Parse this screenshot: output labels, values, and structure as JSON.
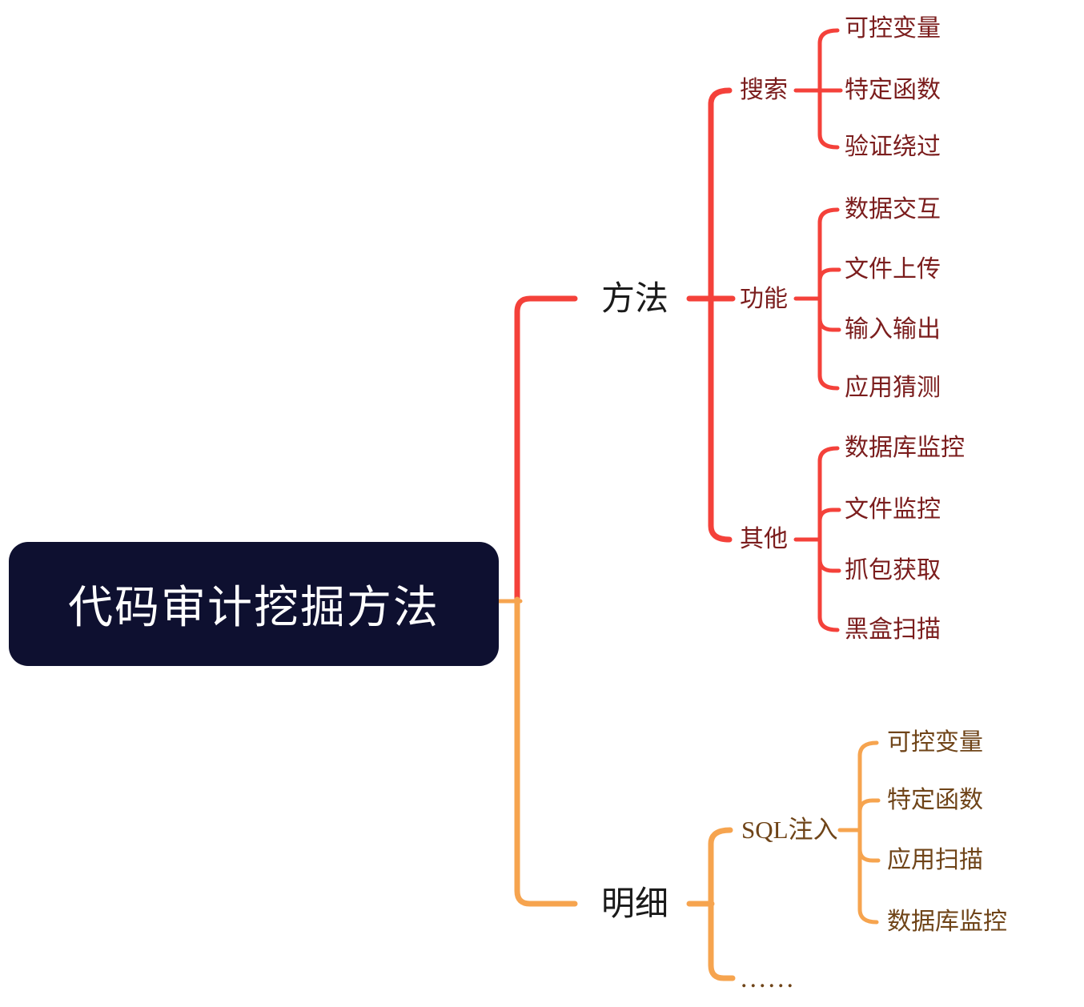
{
  "colors": {
    "bg": "#ffffff",
    "red_line": "#F4413A",
    "orange_line": "#F6A44F",
    "red_text": "#7B1D1D",
    "brown_text": "#6F4418",
    "branch_text": "#1A1A1A",
    "node_bg": "#0E1030",
    "node_text": "#FFFFFF"
  },
  "root": {
    "label": "代码审计挖掘方法"
  },
  "methods": {
    "label": "方法",
    "search": {
      "label": "搜索",
      "children": [
        "可控变量",
        "特定函数",
        "验证绕过"
      ]
    },
    "function": {
      "label": "功能",
      "children": [
        "数据交互",
        "文件上传",
        "输入输出",
        "应用猜测"
      ]
    },
    "other": {
      "label": "其他",
      "children": [
        "数据库监控",
        "文件监控",
        "抓包获取",
        "黑盒扫描"
      ]
    }
  },
  "details": {
    "label": "明细",
    "sql": {
      "label": "SQL注入",
      "children": [
        "可控变量",
        "特定函数",
        "应用扫描",
        "数据库监控"
      ]
    },
    "more": {
      "label": "......"
    }
  }
}
